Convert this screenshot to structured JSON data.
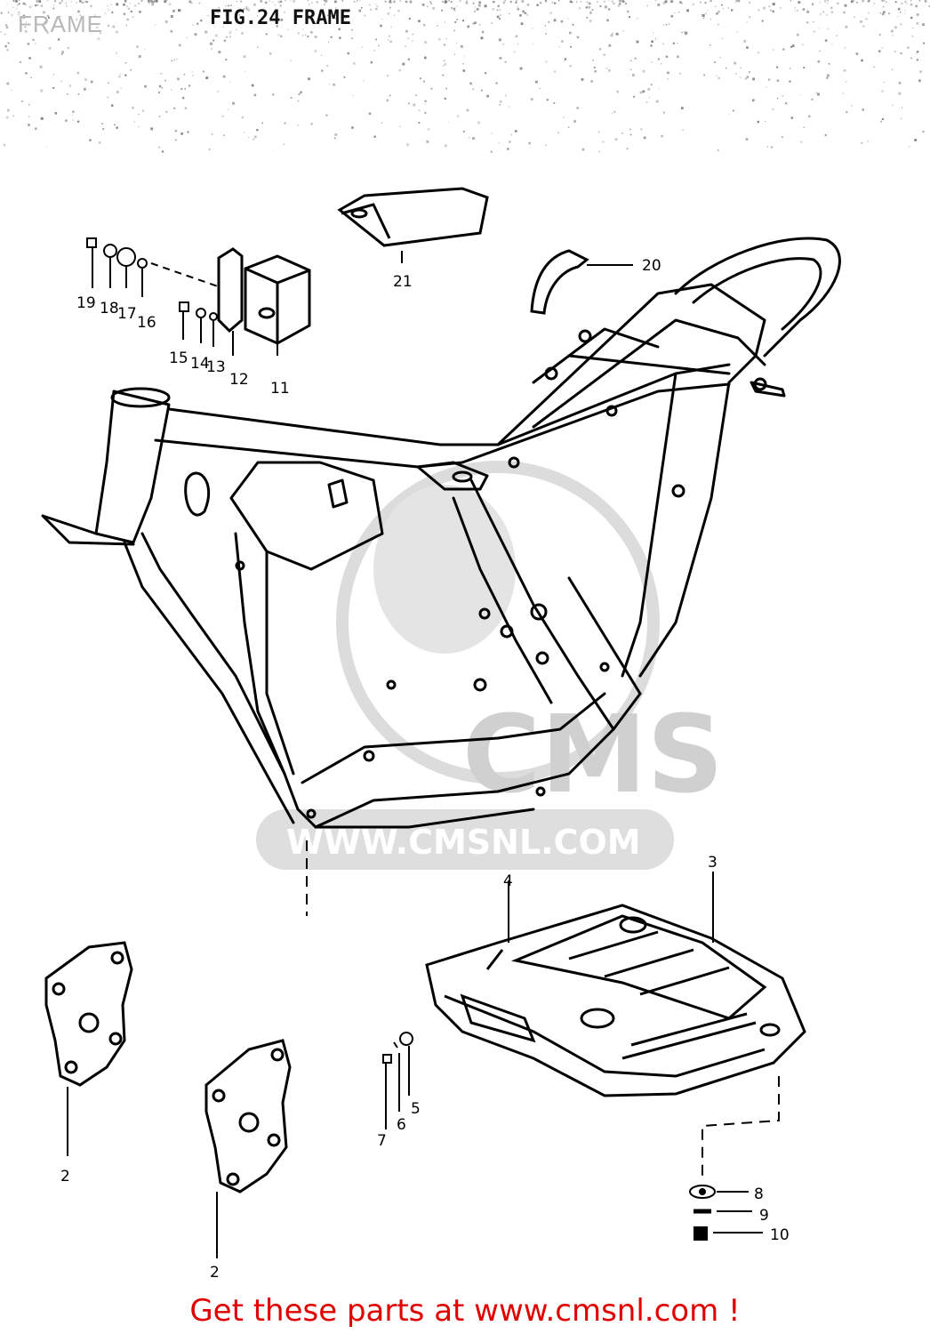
{
  "page_label": "FRAME",
  "figure_title": "FIG.24  FRAME",
  "watermark": {
    "letters": "CMS",
    "url": "WWW.CMSNL.COM"
  },
  "parts": [
    {
      "id": "part-1",
      "label": "2"
    },
    {
      "id": "part-2",
      "label": "2"
    },
    {
      "id": "part-3",
      "label": "3"
    },
    {
      "id": "part-4",
      "label": "4"
    },
    {
      "id": "part-5",
      "label": "5"
    },
    {
      "id": "part-6",
      "label": "6"
    },
    {
      "id": "part-7",
      "label": "7"
    },
    {
      "id": "part-8",
      "label": "8"
    },
    {
      "id": "part-9",
      "label": "9"
    },
    {
      "id": "part-10",
      "label": "10"
    },
    {
      "id": "part-11",
      "label": "11"
    },
    {
      "id": "part-12",
      "label": "12"
    },
    {
      "id": "part-13",
      "label": "13"
    },
    {
      "id": "part-14",
      "label": "14"
    },
    {
      "id": "part-15",
      "label": "15"
    },
    {
      "id": "part-16",
      "label": "16"
    },
    {
      "id": "part-17",
      "label": "17"
    },
    {
      "id": "part-18",
      "label": "18"
    },
    {
      "id": "part-19",
      "label": "19"
    },
    {
      "id": "part-20",
      "label": "20"
    },
    {
      "id": "part-21",
      "label": "21"
    }
  ],
  "footer": {
    "text": "Get these parts at www.cmsnl.com !",
    "color": "#e00000"
  },
  "colors": {
    "line": "#000000",
    "watermark": "#d9d9d9",
    "background": "#ffffff"
  }
}
